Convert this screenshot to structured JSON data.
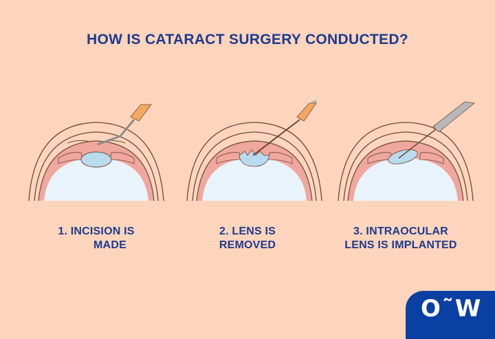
{
  "title": "HOW IS CATARACT SURGERY CONDUCTED?",
  "steps": [
    {
      "number": "1.",
      "line1": "1.  INCISION IS",
      "line2": "MADE",
      "tool": "scalpel-icon"
    },
    {
      "number": "2.",
      "line1": "2. LENS IS",
      "line2": "REMOVED",
      "tool": "probe-icon"
    },
    {
      "number": "3.",
      "line1": "3. INTRAOCULAR",
      "line2": "LENS IS IMPLANTED",
      "tool": "injector-icon"
    }
  ],
  "logo": {
    "text": "O˜W"
  },
  "colors": {
    "background": "#fdd5bd",
    "text": "#1e3a8e",
    "eye_fill": "#e9f3fb",
    "lens": "#b9dbee",
    "tissue": "#f0a79e",
    "outline": "#6b4a3a",
    "tool_handle": "#f6a861",
    "logo_bg": "#0a3fa3"
  }
}
